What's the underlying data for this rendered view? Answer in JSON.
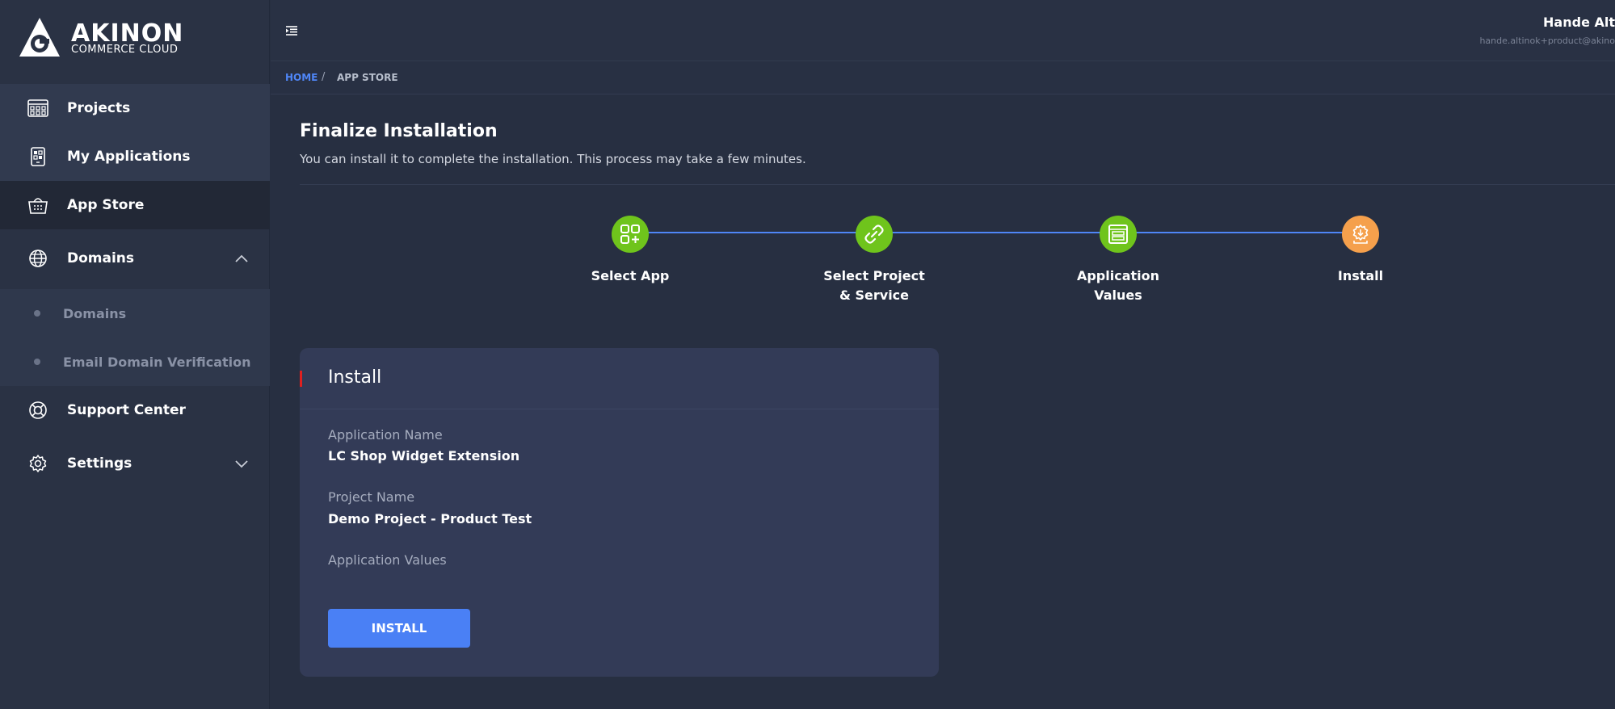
{
  "brand": {
    "name": "AKINON",
    "tagline": "COMMERCE CLOUD"
  },
  "sidebar": {
    "items": [
      {
        "label": "Projects",
        "icon": "grid-window-icon"
      },
      {
        "label": "My Applications",
        "icon": "phone-app-icon"
      },
      {
        "label": "App Store",
        "icon": "basket-icon",
        "active": true
      },
      {
        "label": "Domains",
        "icon": "globe-icon",
        "expanded": true
      },
      {
        "label": "Support Center",
        "icon": "lifebuoy-icon"
      },
      {
        "label": "Settings",
        "icon": "gear-icon",
        "expanded": false
      }
    ],
    "sub_items": [
      {
        "label": "Domains"
      },
      {
        "label": "Email Domain Verification"
      }
    ]
  },
  "header": {
    "user_name": "Hande Alt",
    "user_email": "hande.altinok+product@akino"
  },
  "breadcrumb": {
    "home": "HOME",
    "separator": "/",
    "current": "APP STORE"
  },
  "page": {
    "title": "Finalize Installation",
    "description": "You can install it to complete the installation. This process may take a few minutes."
  },
  "stepper": {
    "steps": [
      {
        "label_line1": "Select App",
        "label_line2": "",
        "icon": "apps-add-icon",
        "status": "completed"
      },
      {
        "label_line1": "Select Project",
        "label_line2": "& Service",
        "icon": "link-icon",
        "status": "completed"
      },
      {
        "label_line1": "Application",
        "label_line2": "Values",
        "icon": "form-icon",
        "status": "completed"
      },
      {
        "label_line1": "Install",
        "label_line2": "",
        "icon": "install-gear-icon",
        "status": "current"
      }
    ]
  },
  "card": {
    "title": "Install",
    "fields": [
      {
        "label": "Application Name",
        "value": "LC Shop Widget Extension"
      },
      {
        "label": "Project Name",
        "value": "Demo Project - Product Test"
      },
      {
        "label": "Application Values",
        "value": ""
      }
    ],
    "button_label": "INSTALL"
  },
  "colors": {
    "accent": "#4a80f5",
    "step_done": "#6fc41c",
    "step_current": "#f5a04c",
    "card_marker": "#e02020"
  }
}
